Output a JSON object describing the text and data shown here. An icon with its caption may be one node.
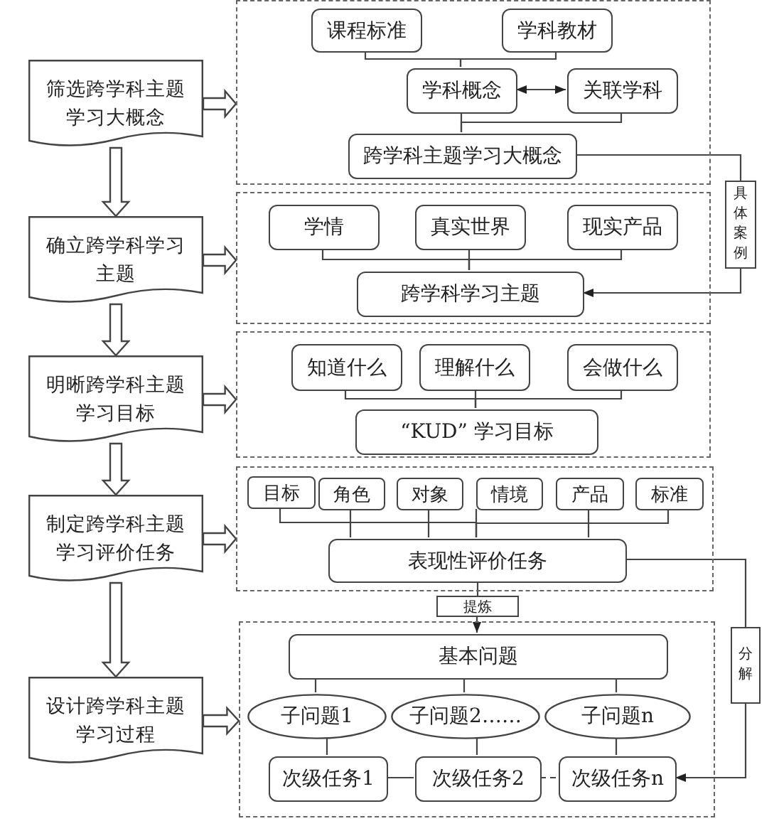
{
  "diagram": {
    "nodes": [
      {
        "text": [
          "筛选跨学科主题学习大概念"
        ]
      },
      {
        "text": [],
        "shape": "box"
      },
      {
        "text": [
          "课程标准"
        ],
        "in": 1
      },
      {
        "text": [
          "学科教材"
        ],
        "in": 1
      },
      {
        "text": [
          "学科概念"
        ],
        "in": 1
      },
      {
        "text": [
          "关联学科"
        ],
        "in": 1
      },
      {
        "text": [
          "跨学科主题学习大概念"
        ],
        "in": 1
      },
      {
        "text": [
          "具体案例"
        ]
      },
      {
        "text": [
          "确立跨学科学习主题"
        ]
      },
      {
        "text": [],
        "shape": "box"
      },
      {
        "text": [
          "学情"
        ],
        "in": 9
      },
      {
        "text": [
          "真实世界"
        ],
        "in": 9
      },
      {
        "text": [
          "现实产品"
        ],
        "in": 9
      },
      {
        "text": [
          "跨学科学习主题"
        ],
        "in": 9
      },
      {
        "text": [
          "明晰跨学科主题学习目标"
        ]
      },
      {
        "text": [],
        "shape": "box"
      },
      {
        "text": [
          "知道什么"
        ],
        "in": 15
      },
      {
        "text": [
          "理解什么"
        ],
        "in": 15
      },
      {
        "text": [
          "会做什么"
        ],
        "in": 15
      },
      {
        "text": [
          "“KUD” 学习目标"
        ],
        "in": 15
      },
      {
        "text": [
          "制定跨学科主题学习评价任务"
        ]
      },
      {
        "text": [],
        "shape": "box"
      },
      {
        "text": [
          "目标"
        ],
        "in": 21
      },
      {
        "text": [
          "角色"
        ],
        "in": 21
      },
      {
        "text": [
          "对象"
        ],
        "in": 21
      },
      {
        "text": [
          "情境"
        ],
        "in": 21
      },
      {
        "text": [
          "产品"
        ],
        "in": 21
      },
      {
        "text": [
          "标准"
        ],
        "in": 21
      },
      {
        "text": [
          "表现性评价任务"
        ],
        "in": 21
      },
      {
        "text": [
          "提炼"
        ]
      },
      {
        "text": [
          "分解"
        ]
      },
      {
        "text": [
          "设计跨学科主题学习过程"
        ]
      },
      {
        "text": [],
        "shape": "box"
      },
      {
        "text": [
          "基本问题"
        ],
        "in": 32
      },
      {
        "text": [
          "子问题1"
        ],
        "in": 32
      },
      {
        "text": [
          "子问题2……"
        ],
        "in": 32
      },
      {
        "text": [
          "子问题n"
        ],
        "in": 32
      },
      {
        "text": [
          "次级任务1"
        ],
        "in": 32
      },
      {
        "text": [
          "次级任务2"
        ],
        "in": 32
      },
      {
        "text": [
          "次级任务n"
        ],
        "in": 32
      }
    ],
    "edges": [
      {
        "from": 0,
        "to": 8,
        "arrow": "to",
        "style": "thick"
      },
      {
        "from": 8,
        "to": 14,
        "arrow": "to",
        "style": "thick"
      },
      {
        "from": 14,
        "to": 20,
        "arrow": "to",
        "style": "thick"
      },
      {
        "from": 20,
        "to": 31,
        "arrow": "to",
        "style": "thick"
      },
      {
        "from": 0,
        "to": 1,
        "arrow": "to",
        "style": "thick"
      },
      {
        "from": 8,
        "to": 9,
        "arrow": "to",
        "style": "thick"
      },
      {
        "from": 14,
        "to": 15,
        "arrow": "to",
        "style": "thick"
      },
      {
        "from": 20,
        "to": 21,
        "arrow": "to",
        "style": "thick"
      },
      {
        "from": 31,
        "to": 32,
        "arrow": "to",
        "style": "thick"
      },
      {
        "from": 2,
        "to": 4,
        "arrow": "none"
      },
      {
        "from": 3,
        "to": 4,
        "arrow": "none"
      },
      {
        "from": 4,
        "to": 5,
        "arrow": "both"
      },
      {
        "from": 4,
        "to": 6,
        "arrow": "none"
      },
      {
        "from": 5,
        "to": 6,
        "arrow": "none"
      },
      {
        "from": 6,
        "to": 7,
        "arrow": "none"
      },
      {
        "from": 7,
        "to": 13,
        "arrow": "to"
      },
      {
        "from": 10,
        "to": 13,
        "arrow": "none"
      },
      {
        "from": 11,
        "to": 13,
        "arrow": "none"
      },
      {
        "from": 12,
        "to": 13,
        "arrow": "none"
      },
      {
        "from": 16,
        "to": 19,
        "arrow": "none"
      },
      {
        "from": 17,
        "to": 19,
        "arrow": "none"
      },
      {
        "from": 18,
        "to": 19,
        "arrow": "none"
      },
      {
        "from": 22,
        "to": 28,
        "arrow": "none"
      },
      {
        "from": 23,
        "to": 28,
        "arrow": "none"
      },
      {
        "from": 24,
        "to": 28,
        "arrow": "none"
      },
      {
        "from": 25,
        "to": 28,
        "arrow": "none"
      },
      {
        "from": 26,
        "to": 28,
        "arrow": "none"
      },
      {
        "from": 27,
        "to": 28,
        "arrow": "none"
      },
      {
        "from": 28,
        "to": 29,
        "arrow": "none"
      },
      {
        "from": 29,
        "to": 33,
        "arrow": "to"
      },
      {
        "from": 28,
        "to": 30,
        "arrow": "none"
      },
      {
        "from": 30,
        "to": 39,
        "arrow": "to"
      },
      {
        "from": 33,
        "to": 34,
        "arrow": "none"
      },
      {
        "from": 33,
        "to": 35,
        "arrow": "none"
      },
      {
        "from": 33,
        "to": 36,
        "arrow": "none"
      },
      {
        "from": 34,
        "to": 37,
        "arrow": "none"
      },
      {
        "from": 35,
        "to": 38,
        "arrow": "none"
      },
      {
        "from": 36,
        "to": 39,
        "arrow": "none"
      },
      {
        "from": 37,
        "to": 38,
        "arrow": "none"
      },
      {
        "from": 38,
        "to": 39,
        "arrow": "none",
        "style": "dashed"
      }
    ]
  }
}
